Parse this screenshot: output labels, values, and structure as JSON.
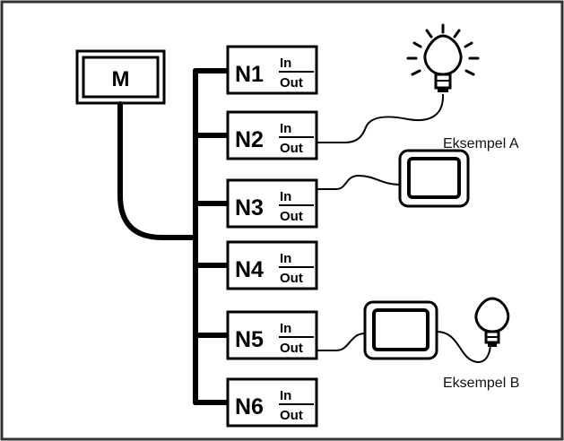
{
  "master": {
    "label": "M"
  },
  "nodes": [
    {
      "label": "N1",
      "in": "In",
      "out": "Out"
    },
    {
      "label": "N2",
      "in": "In",
      "out": "Out"
    },
    {
      "label": "N3",
      "in": "In",
      "out": "Out"
    },
    {
      "label": "N4",
      "in": "In",
      "out": "Out"
    },
    {
      "label": "N5",
      "in": "In",
      "out": "Out"
    },
    {
      "label": "N6",
      "in": "In",
      "out": "Out"
    }
  ],
  "examples": [
    {
      "caption": "Eksempel A"
    },
    {
      "caption": "Eksempel B"
    }
  ],
  "colors": {
    "line": "#000000",
    "frame": "#333333",
    "background": "#ffffff"
  }
}
